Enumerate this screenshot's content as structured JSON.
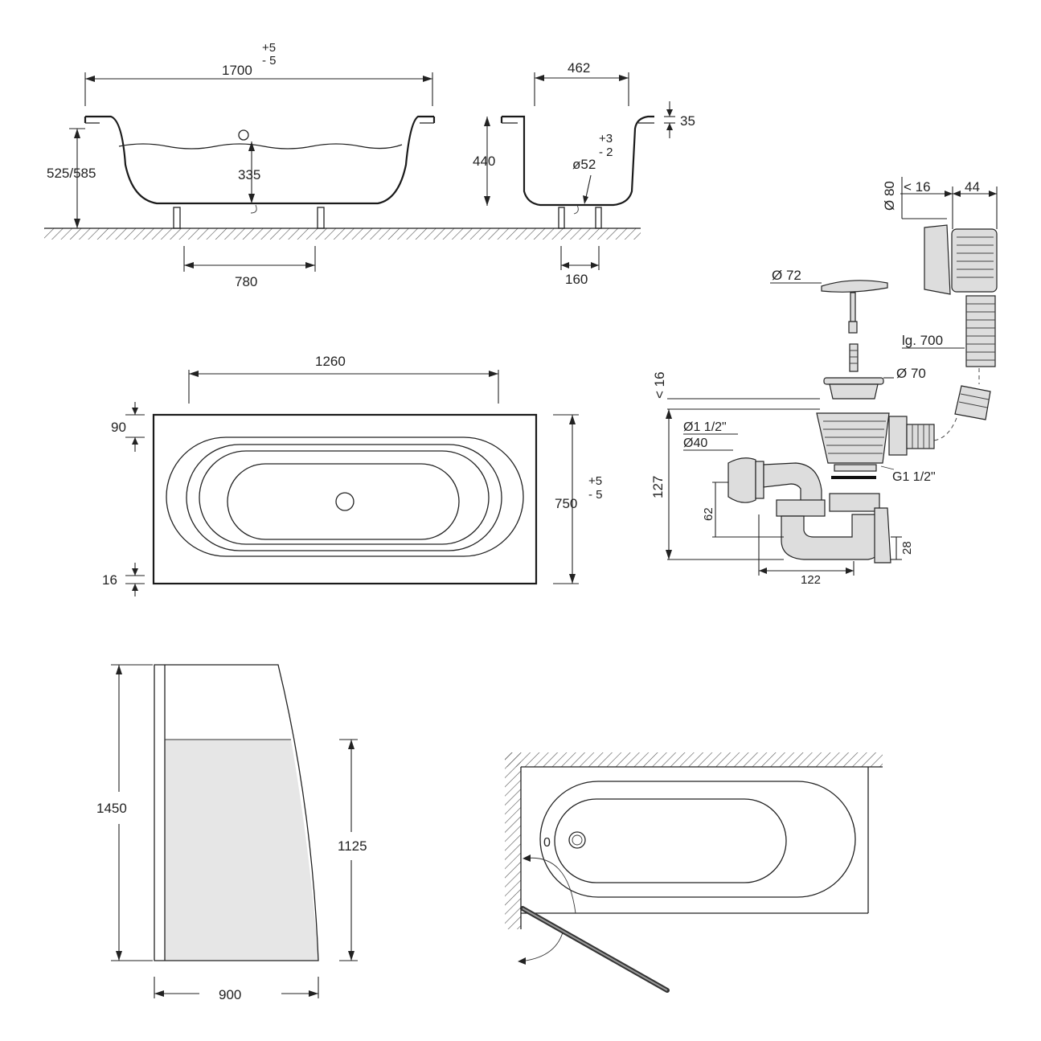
{
  "side_view": {
    "length": "1700",
    "length_tol_plus": "+5",
    "length_tol_minus": "- 5",
    "height": "525/585",
    "water_depth": "335",
    "leg_spacing": "780"
  },
  "end_view": {
    "width": "462",
    "height": "440",
    "rim": "35",
    "outlet_diameter": "ø52",
    "outlet_tol_plus": "+3",
    "outlet_tol_minus": "- 2",
    "leg_spacing": "160"
  },
  "top_view": {
    "inner_length": "1260",
    "rim_width": "90",
    "width": "750",
    "width_tol_plus": "+5",
    "width_tol_minus": "- 5",
    "edge": "16"
  },
  "waste_kit": {
    "overflow_diameter": "Ø 80",
    "overflow_max": "< 16",
    "overflow_depth": "44",
    "plug_diameter": "Ø 72",
    "hose_length": "lg. 700",
    "flange_diameter": "Ø 70",
    "flange_max": "< 16",
    "pipe_thread": "Ø1 1/2\"",
    "pipe_diameter": "Ø40",
    "body_thread": "G1 1/2\"",
    "total_height": "127",
    "trap_height": "62",
    "seal_height": "28",
    "trap_width": "122"
  },
  "screen": {
    "height": "1450",
    "frosted_height": "1125",
    "width": "900"
  },
  "plan": {
    "hinge_mark": "0"
  }
}
